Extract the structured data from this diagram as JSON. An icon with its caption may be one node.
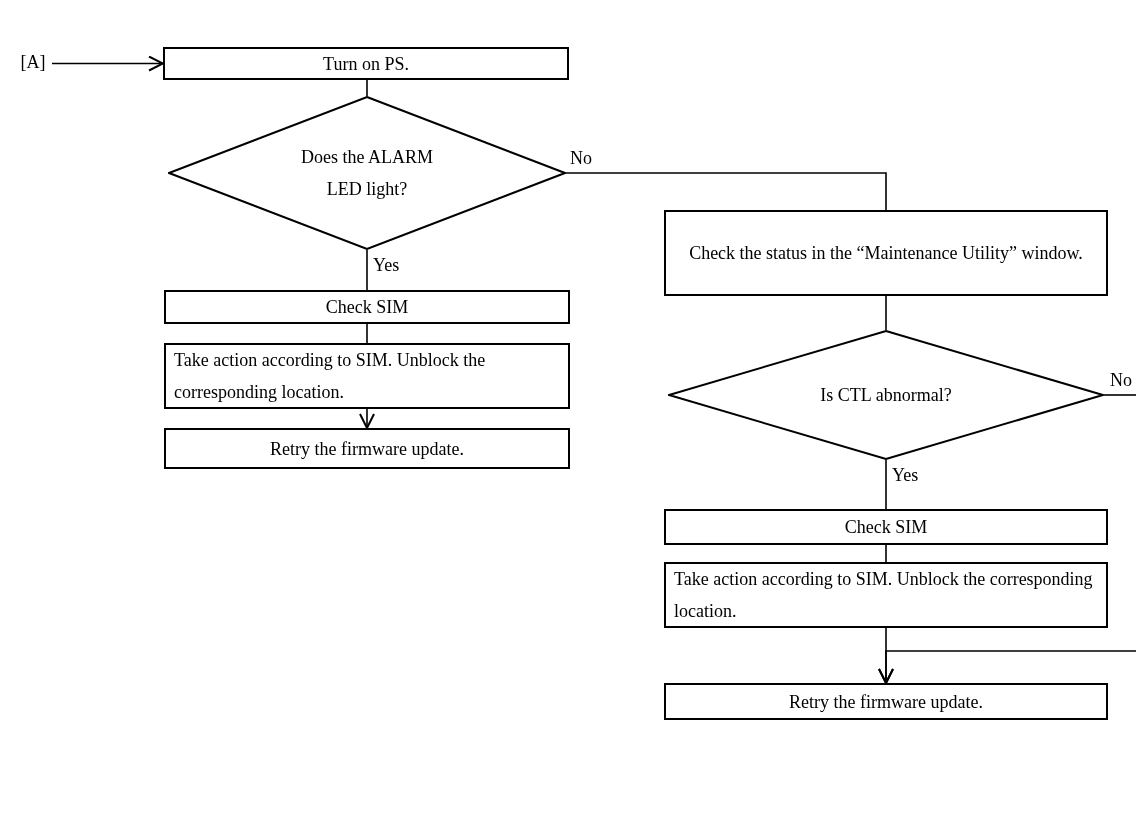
{
  "diagram": {
    "nodes": [
      {
        "text": [
          "[A]"
        ]
      },
      {
        "text": [
          "Turn on PS."
        ]
      },
      {
        "text": [
          "Does the ALARM LED light?"
        ]
      },
      {
        "text": [
          "Check SIM"
        ]
      },
      {
        "text": [
          "Take action according to SIM. Unblock the corresponding location."
        ]
      },
      {
        "text": [
          "Retry the firmware update."
        ]
      },
      {
        "text": [
          "Check the status in the “Maintenance Utility” window."
        ]
      },
      {
        "text": [
          "Is CTL abnormal?"
        ]
      },
      {
        "text": [
          "Check SIM"
        ]
      },
      {
        "text": [
          "Take action according to SIM. Unblock the corresponding location."
        ]
      },
      {
        "text": [
          "Retry the firmware update."
        ]
      }
    ],
    "edges": [
      {
        "from": 0,
        "to": 1,
        "arrow": "to"
      },
      {
        "from": 1,
        "to": 2,
        "arrow": "none"
      },
      {
        "from": 2,
        "to": 3,
        "arrow": "none",
        "label": "Yes"
      },
      {
        "from": 3,
        "to": 4,
        "arrow": "none"
      },
      {
        "from": 4,
        "to": 5,
        "arrow": "to"
      },
      {
        "from": 2,
        "to": 6,
        "arrow": "none",
        "label": "No"
      },
      {
        "from": 6,
        "to": 7,
        "arrow": "none"
      },
      {
        "from": 7,
        "to": 8,
        "arrow": "none",
        "label": "Yes"
      },
      {
        "from": 8,
        "to": 9,
        "arrow": "none"
      },
      {
        "from": 9,
        "to": 10,
        "arrow": "to"
      },
      {
        "from": 7,
        "to": null,
        "arrow": "none",
        "label": "No"
      },
      {
        "from": null,
        "to": 10,
        "arrow": "to"
      }
    ]
  }
}
